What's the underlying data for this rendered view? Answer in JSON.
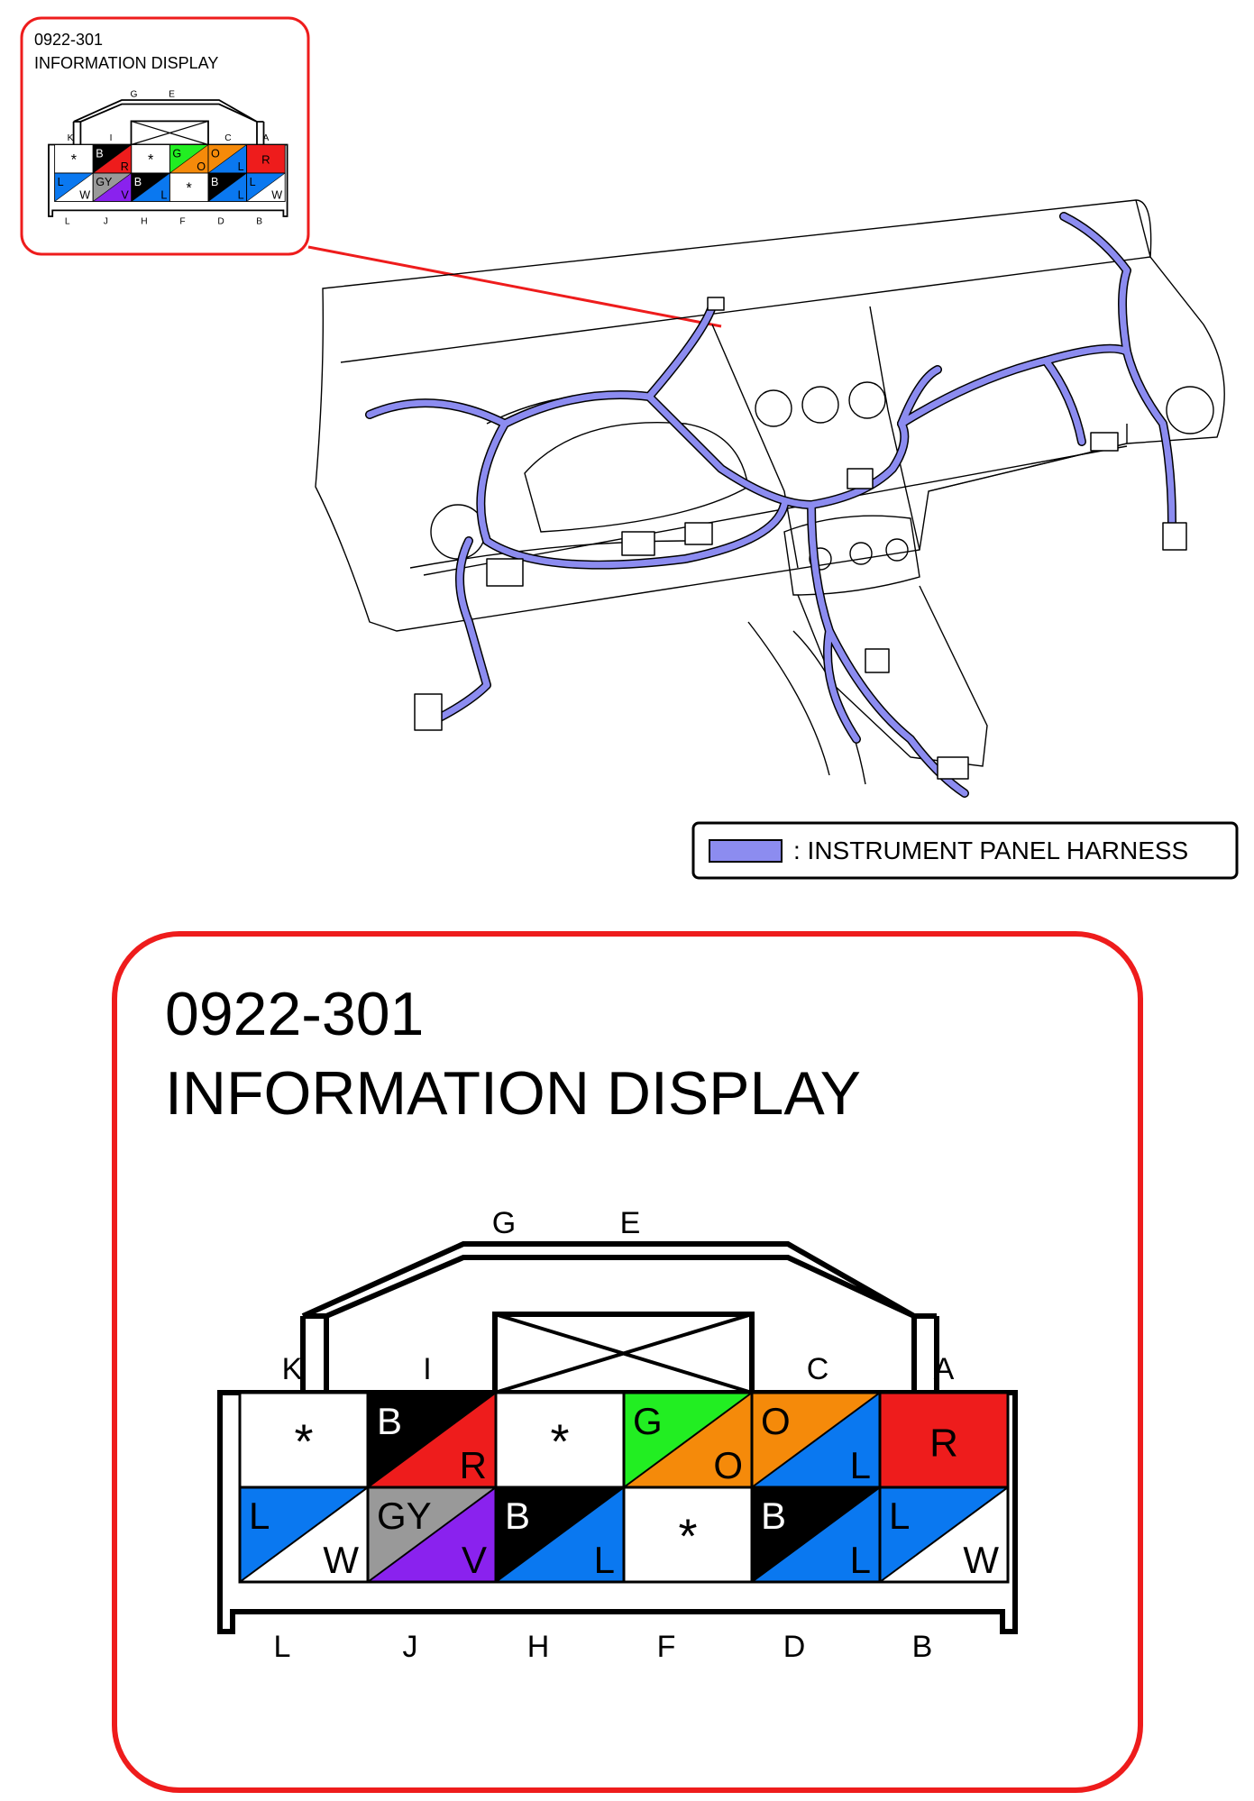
{
  "small_callout": {
    "code": "0922-301",
    "title": "INFORMATION DISPLAY"
  },
  "legend": {
    "text": ": INSTRUMENT PANEL HARNESS",
    "harness_color": "#8C8CF0"
  },
  "connector": {
    "code": "0922-301",
    "title": "INFORMATION DISPLAY",
    "top_letters": [
      "G",
      "E"
    ],
    "row1_letters": [
      "K",
      "I",
      "C",
      "A"
    ],
    "bottom_letters": [
      "L",
      "J",
      "H",
      "F",
      "D",
      "B"
    ],
    "row1": [
      {
        "pin": "K",
        "type": "empty",
        "mark": "*"
      },
      {
        "pin": "I",
        "type": "split",
        "a": "B",
        "b": "R",
        "ca": "#000000",
        "cb": "#EE1C1C"
      },
      {
        "pin": "G",
        "type": "empty",
        "mark": "*"
      },
      {
        "pin": "E",
        "type": "split",
        "a": "G",
        "b": "O",
        "ca": "#22EE22",
        "cb": "#F58A0A"
      },
      {
        "pin": "C",
        "type": "split",
        "a": "O",
        "b": "L",
        "ca": "#F58A0A",
        "cb": "#0A78F0"
      },
      {
        "pin": "A",
        "type": "solid",
        "a": "R",
        "ca": "#EE1C1C"
      }
    ],
    "row2": [
      {
        "pin": "L",
        "type": "split",
        "a": "L",
        "b": "W",
        "ca": "#0A78F0",
        "cb": "#FFFFFF"
      },
      {
        "pin": "J",
        "type": "split",
        "a": "GY",
        "b": "V",
        "ca": "#999999",
        "cb": "#8A22EE"
      },
      {
        "pin": "H",
        "type": "split",
        "a": "B",
        "b": "L",
        "ca": "#000000",
        "cb": "#0A78F0"
      },
      {
        "pin": "F",
        "type": "empty",
        "mark": "*"
      },
      {
        "pin": "D",
        "type": "split",
        "a": "B",
        "b": "L",
        "ca": "#000000",
        "cb": "#0A78F0"
      },
      {
        "pin": "B",
        "type": "split",
        "a": "L",
        "b": "W",
        "ca": "#0A78F0",
        "cb": "#FFFFFF"
      }
    ]
  },
  "colors": {
    "callout_border": "#EE1C1C",
    "leader_line": "#EE1C1C"
  }
}
